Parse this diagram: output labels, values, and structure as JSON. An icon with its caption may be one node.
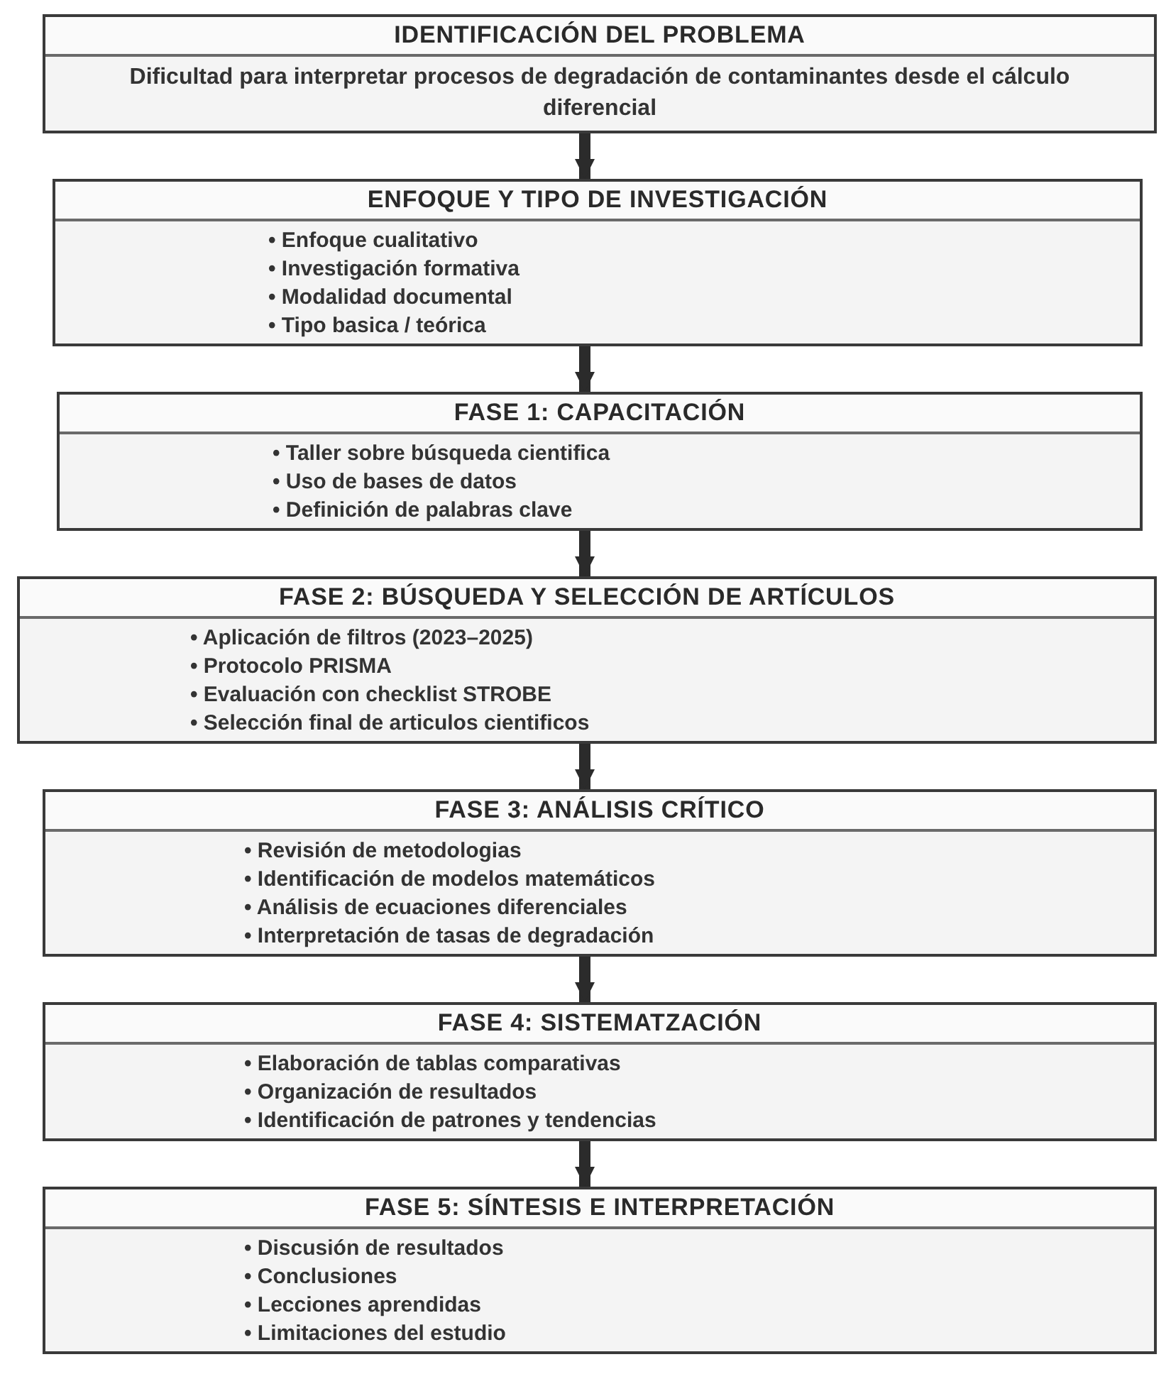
{
  "diagram": {
    "nodes": [
      {
        "text": [
          "IDENTIFICACIÓN DEL PROBLEMA",
          "Dificultad para interpretar procesos de degradación de contaminantes desde el cálculo diferencial"
        ]
      },
      {
        "text": [
          "ENFOQUE Y TIPO DE INVESTIGACIÓN",
          "• Enfoque cualitativo",
          "• Investigación formativa",
          "• Modalidad documental",
          "• Tipo basica / teórica"
        ]
      },
      {
        "text": [
          "FASE 1: CAPACITACIÓN",
          "• Taller sobre búsqueda cientifica",
          "• Uso de bases de datos",
          "• Definición de palabras clave"
        ]
      },
      {
        "text": [
          "FASE 2: BÚSQUEDA Y SELECCIÓN DE ARTÍCULOS",
          "• Aplicación de filtros (2023–2025)",
          "• Protocolo PRISMA",
          "• Evaluación con checklist STROBE",
          "• Selección final de articulos cientificos"
        ]
      },
      {
        "text": [
          "FASE 3: ANÁLISIS CRÍTICO",
          "• Revisión de metodologias",
          "• Identificación de modelos matemáticos",
          "• Análisis de ecuaciones diferenciales",
          "• Interpretación de tasas de degradación"
        ]
      },
      {
        "text": [
          "FASE 4: SISTEMATZACIÓN",
          "• Elaboración de tablas comparativas",
          "• Organización de resultados",
          "• Identificación de patrones y tendencias"
        ]
      },
      {
        "text": [
          "FASE 5: SÍNTESIS E INTERPRETACIÓN",
          "• Discusión de resultados",
          "• Conclusiones",
          "• Lecciones aprendidas",
          "• Limitaciones del estudio"
        ]
      }
    ],
    "edges": [
      {
        "from": 0,
        "to": 1,
        "arrow": "to"
      },
      {
        "from": 1,
        "to": 2,
        "arrow": "to"
      },
      {
        "from": 2,
        "to": 3,
        "arrow": "to"
      },
      {
        "from": 3,
        "to": 4,
        "arrow": "to"
      },
      {
        "from": 4,
        "to": 5,
        "arrow": "to"
      },
      {
        "from": 5,
        "to": 6,
        "arrow": "to"
      }
    ]
  }
}
